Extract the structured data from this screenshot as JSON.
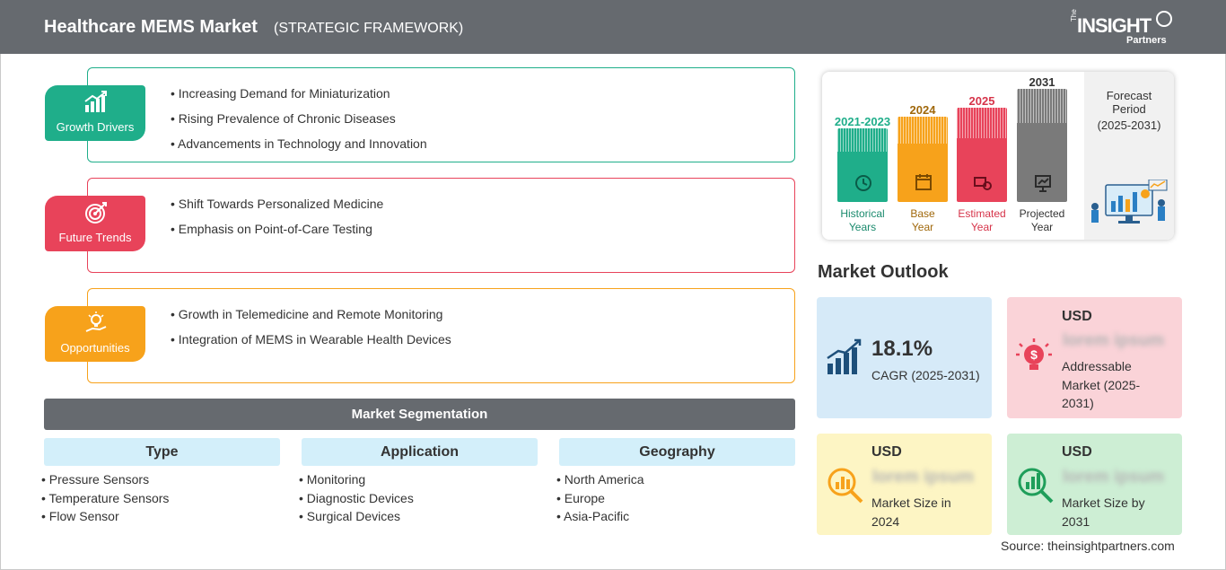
{
  "header": {
    "title": "Healthcare MEMS Market",
    "subtitle": "(STRATEGIC FRAMEWORK)",
    "logo_the": "The",
    "logo_insight": "INSIGHT",
    "logo_partners": "Partners"
  },
  "framework": {
    "growth_drivers": {
      "label": "Growth Drivers",
      "color": "#1fae8a",
      "items": [
        "Increasing Demand for Miniaturization",
        "Rising Prevalence of Chronic Diseases",
        "Advancements in Technology and Innovation"
      ]
    },
    "future_trends": {
      "label": "Future Trends",
      "color": "#e8435a",
      "items": [
        "Shift Towards Personalized Medicine",
        "Emphasis on Point-of-Care Testing"
      ]
    },
    "opportunities": {
      "label": "Opportunities",
      "color": "#f7a21b",
      "items": [
        "Growth in Telemedicine and Remote Monitoring",
        "Integration of MEMS in Wearable Health Devices"
      ]
    }
  },
  "segmentation": {
    "title": "Market Segmentation",
    "columns": [
      {
        "heading": "Type",
        "items": [
          "Pressure Sensors",
          "Temperature Sensors",
          "Flow Sensor"
        ]
      },
      {
        "heading": "Application",
        "items": [
          "Monitoring",
          "Diagnostic Devices",
          "Surgical Devices"
        ]
      },
      {
        "heading": "Geography",
        "items": [
          "North America",
          "Europe",
          "Asia-Pacific"
        ]
      }
    ]
  },
  "timeline": {
    "periods": [
      {
        "year": "2021-2023",
        "caption_line1": "Historical",
        "caption_line2": "Years",
        "color": "#1fae8a"
      },
      {
        "year": "2024",
        "caption_line1": "Base",
        "caption_line2": "Year",
        "color": "#f7a21b"
      },
      {
        "year": "2025",
        "caption_line1": "Estimated",
        "caption_line2": "Year",
        "color": "#e8435a"
      },
      {
        "year": "2031",
        "caption_line1": "Projected",
        "caption_line2": "Year",
        "color": "#7a7a7a"
      }
    ],
    "forecast_line1": "Forecast",
    "forecast_line2": "Period",
    "forecast_line3": "(2025-2031)"
  },
  "outlook": {
    "title": "Market Outlook",
    "cagr": {
      "value": "18.1%",
      "label": "CAGR (2025-2031)",
      "color": "#d6eaf8"
    },
    "addressable": {
      "usd": "USD",
      "blurred": "lorem ipsum",
      "line1": "Addressable",
      "line2": "Market (2025-",
      "line3": "2031)",
      "color": "#fad3d8"
    },
    "size_2024": {
      "usd": "USD",
      "blurred": "lorem ipsum",
      "line1": "Market Size in",
      "line2": "2024",
      "color": "#fdf5c4"
    },
    "size_2031": {
      "usd": "USD",
      "blurred": "lorem ipsum",
      "line1": "Market Size by",
      "line2": "2031",
      "color": "#cdeed4"
    }
  },
  "source": "Source: theinsightpartners.com"
}
